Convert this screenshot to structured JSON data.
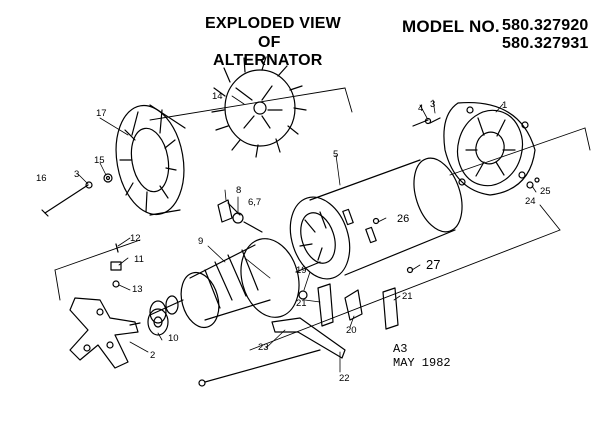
{
  "header": {
    "title_line1": "EXPLODED VIEW",
    "title_line2": "OF",
    "title_line3": "ALTERNATOR",
    "model_label": "MODEL NO.",
    "model_numbers": [
      "580.327920",
      "580.327931"
    ]
  },
  "stamp": {
    "code": "A3",
    "date": "MAY  1982"
  },
  "parts": {
    "p1": "1",
    "p2": "2",
    "p3a": "3",
    "p3b": "3",
    "p4": "4",
    "p5": "5",
    "p67": "6,7",
    "p8": "8",
    "p9": "9",
    "p10": "10",
    "p11": "11",
    "p12": "12",
    "p13": "13",
    "p14": "14",
    "p15": "15",
    "p16": "16",
    "p17": "17",
    "p19": "19",
    "p20": "20",
    "p21a": "21",
    "p21b": "21",
    "p22": "22",
    "p23": "23",
    "p24": "24",
    "p25": "25",
    "p26": "26",
    "p27": "27"
  }
}
